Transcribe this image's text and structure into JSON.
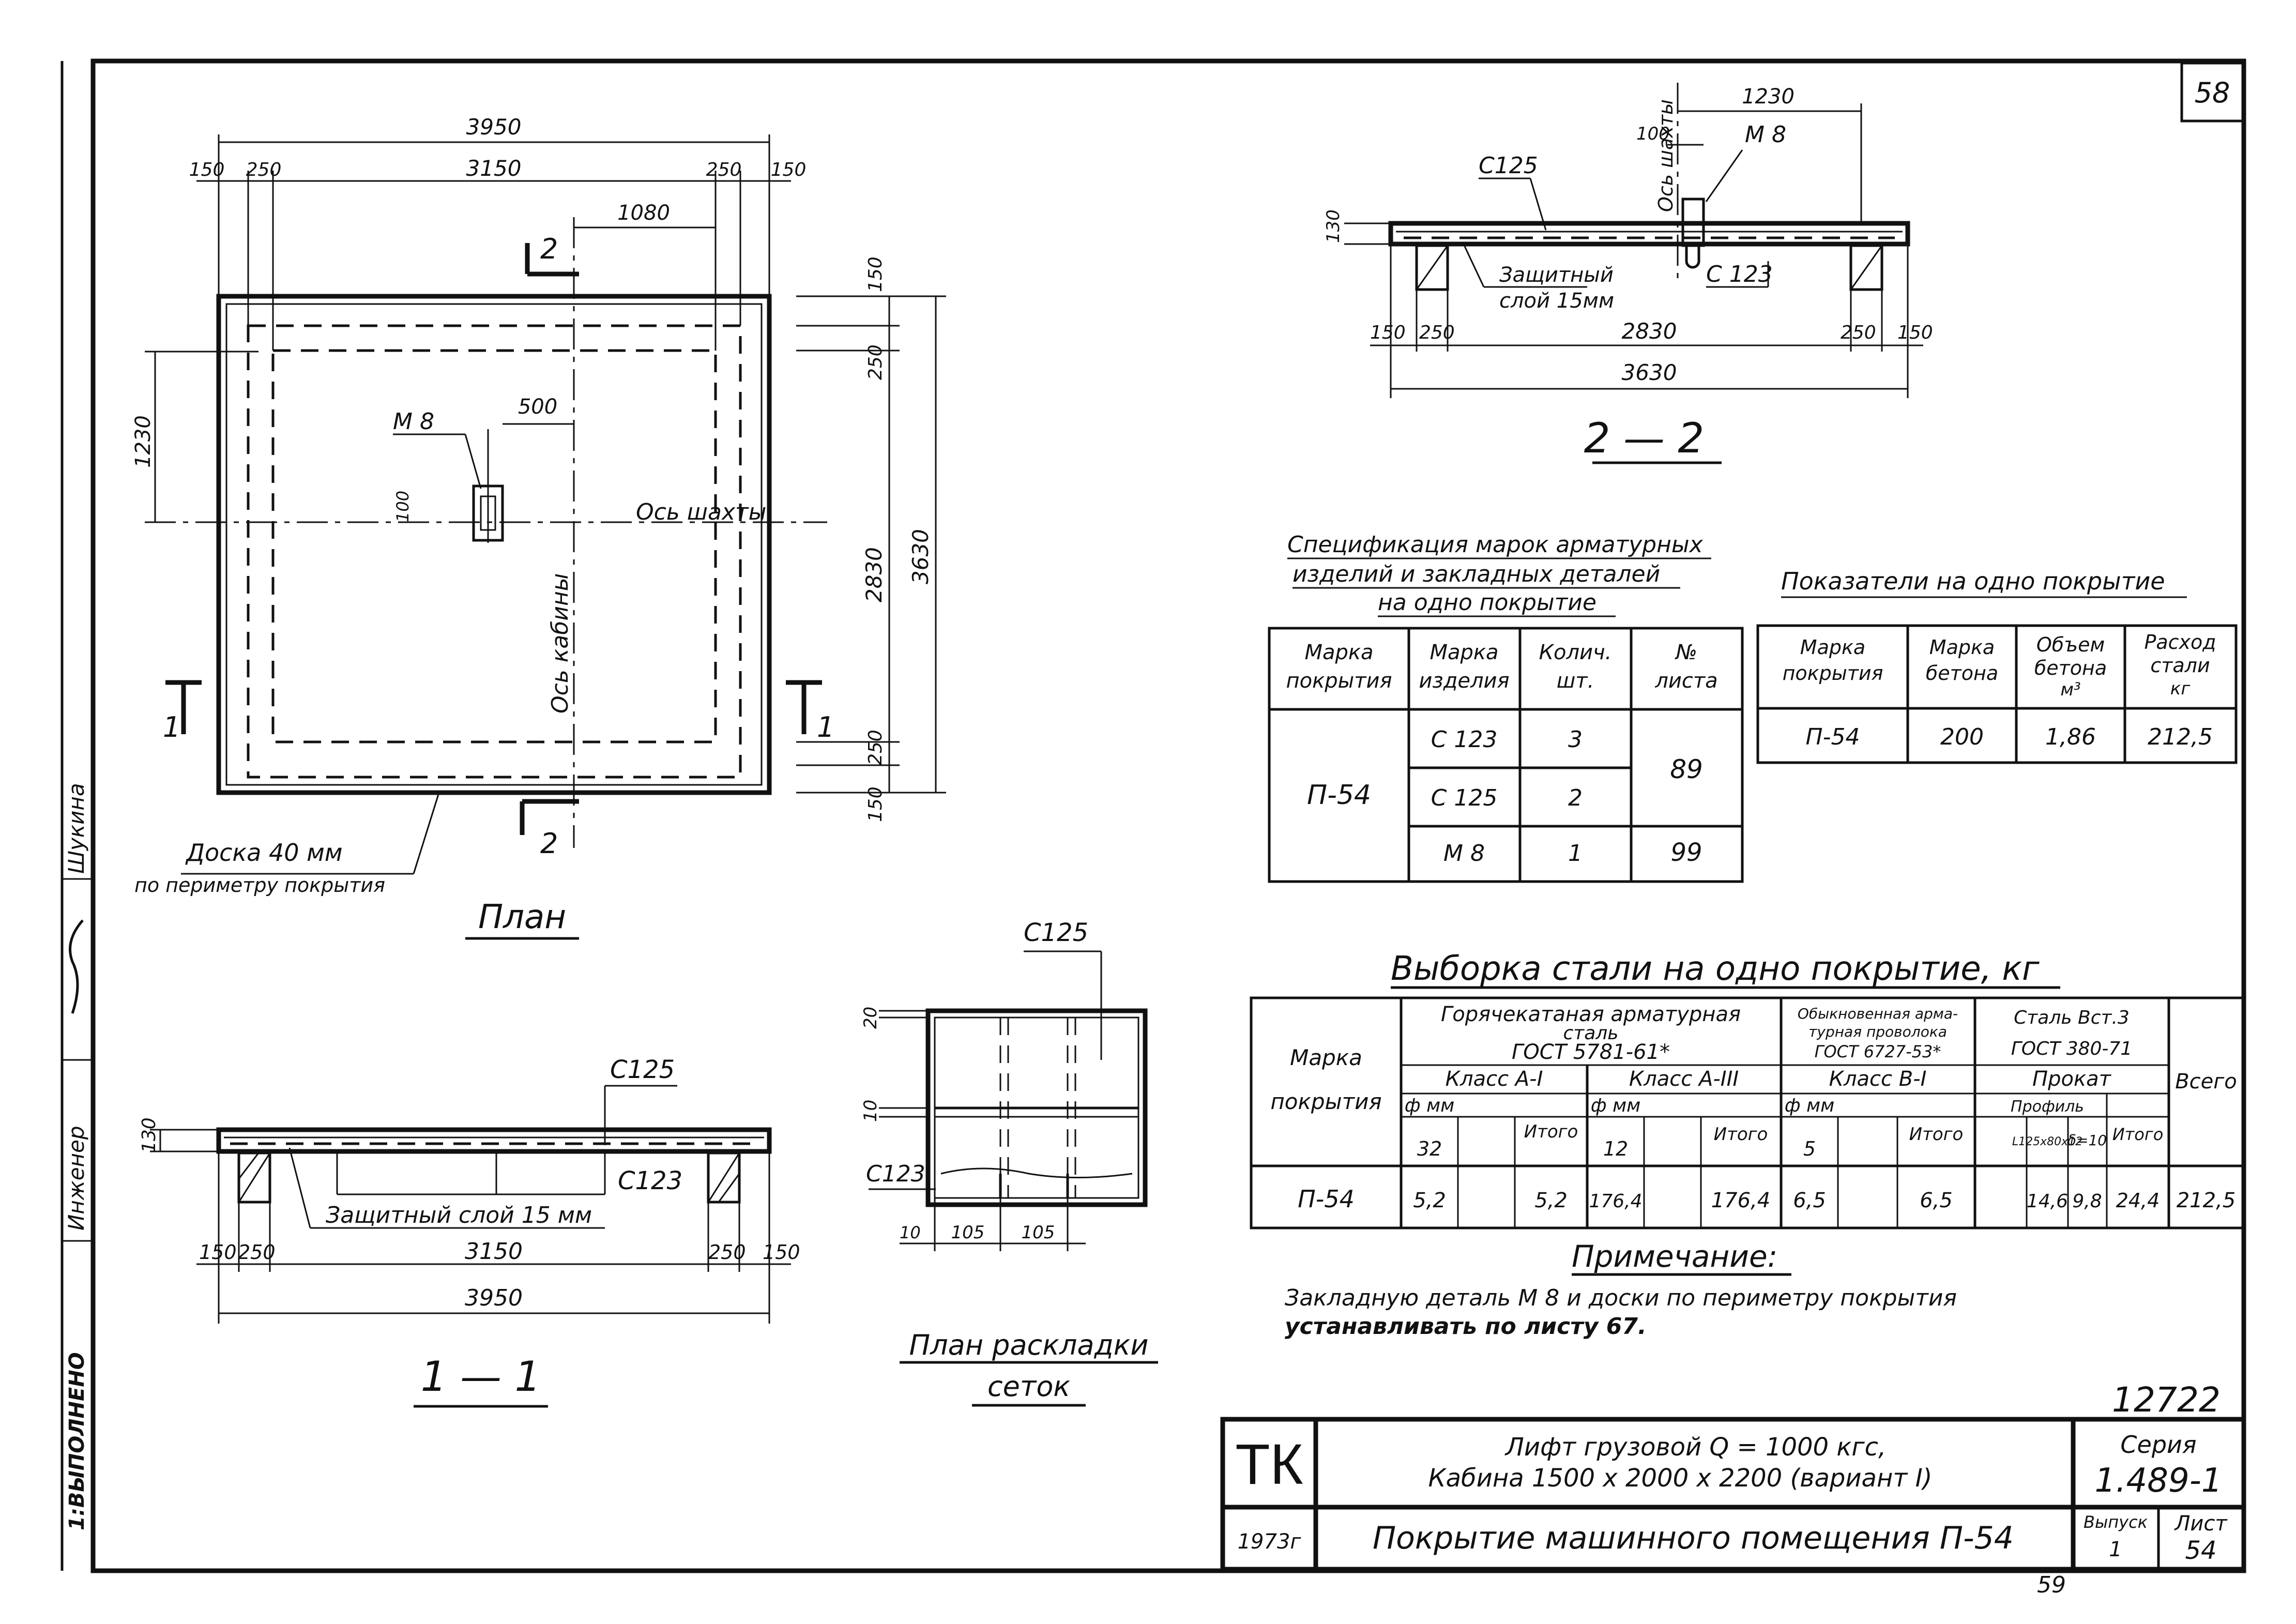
{
  "sheet": {
    "page_number": "58",
    "archive_number": "12722",
    "bottom_mark": "59"
  },
  "side_stamp": {
    "role1": "Инженер",
    "name1": "Шукина",
    "stamp": "1:ВЫПОЛНЕНО"
  },
  "plan": {
    "title": "План",
    "dim_total_w": "3950",
    "dim_left_edge": "150",
    "dim_left_inner": "250",
    "dim_middle": "3150",
    "dim_right_inner": "250",
    "dim_right_edge": "150",
    "dim_1080": "1080",
    "dim_500": "500",
    "dim_1230": "1230",
    "dim_100": "100",
    "dim_r150_top": "150",
    "dim_r250_top": "250",
    "dim_2830": "2830",
    "dim_3630": "3630",
    "dim_r250_bot": "250",
    "dim_r150_bot": "150",
    "label_m8": "М 8",
    "label_shaft_axis": "Ось шахты",
    "label_cabin_axis": "Ось кабины",
    "section_2_top": "2",
    "section_2_bot": "2",
    "section_1_left": "1",
    "section_1_right": "1",
    "board_label_1": "Доска 40 мм",
    "board_label_2": "по периметру покрытия"
  },
  "section_22": {
    "title": "2 — 2",
    "dim_1230": "1230",
    "dim_100": "100",
    "label_m8": "М 8",
    "label_c125": "С125",
    "label_c123": "С 123",
    "label_shaft_axis": "Ось шахты",
    "dim_130": "130",
    "cover_1": "Защитный",
    "cover_2": "слой 15мм",
    "dim_150_l": "150",
    "dim_250_l": "250",
    "dim_2830": "2830",
    "dim_250_r": "250",
    "dim_150_r": "150",
    "dim_3630": "3630"
  },
  "section_11": {
    "title": "1 — 1",
    "label_c125": "С125",
    "label_c123": "С123",
    "dim_130": "130",
    "cover": "Защитный слой 15 мм",
    "dim_150_l": "150",
    "dim_250_l": "250",
    "dim_3150": "3150",
    "dim_250_r": "250",
    "dim_150_r": "150",
    "dim_3950": "3950"
  },
  "mesh_plan": {
    "title_1": "План раскладки",
    "title_2": "сеток",
    "label_c125": "С125",
    "label_c123": "С123",
    "dim_20": "20",
    "dim_10_v": "10",
    "dim_10": "10",
    "dim_105_a": "105",
    "dim_105_b": "105"
  },
  "spec_table": {
    "title_1": "Спецификация марок арматурных",
    "title_2": "изделий и закладных деталей",
    "title_3": "на одно покрытие",
    "headers": [
      "Марка покрытия",
      "Марка изделия",
      "Колич. шт.",
      "№ листа"
    ],
    "mark": "П-54",
    "rows": [
      {
        "item": "С 123",
        "qty": "3"
      },
      {
        "item": "С 125",
        "qty": "2"
      },
      {
        "item": "М 8",
        "qty": "1"
      }
    ],
    "sheet_89": "89",
    "sheet_99": "99"
  },
  "indicators_table": {
    "title": "Показатели на одно покрытие",
    "headers": [
      "Марка покрытия",
      "Марка бетона",
      "Объем бетона м³",
      "Расход стали кг"
    ],
    "row": [
      "П-54",
      "200",
      "1,86",
      "212,5"
    ]
  },
  "steel_table": {
    "title": "Выборка стали на одно покрытие, кг",
    "h_mark": "Марка покрытия",
    "h_hot": "Горячекатаная арматурная сталь ГОСТ 5781-61*",
    "h_wire": "Обыкновенная арматурная проволока ГОСТ 6727-53*",
    "h_steel": "Сталь Вст.3 ГОСТ 380-71",
    "h_total": "Всего",
    "h_class_a1": "Класс А-I",
    "h_class_a3": "Класс А-III",
    "h_class_b1": "Класс В-I",
    "h_prokat": "Прокат",
    "h_phi": "ф мм",
    "h_profile": "Профиль",
    "h_itogo": "Итого",
    "h_d32": "32",
    "h_d12": "12",
    "h_d5": "5",
    "h_l125": "L125x80x12",
    "h_delta": "δ=10",
    "row": {
      "mark": "П-54",
      "a1_32": "5,2",
      "a1_total": "5,2",
      "a3_12": "176,4",
      "a3_total": "176,4",
      "b1_5": "6,5",
      "b1_total": "6,5",
      "l125": "14,6",
      "delta": "9,8",
      "prokat_total": "24,4",
      "total": "212,5"
    }
  },
  "note": {
    "title": "Примечание:",
    "line1": "Закладную деталь М 8 и доски по периметру покрытия",
    "line2": "устанавливать по листу 67."
  },
  "title_block": {
    "org": "ТК",
    "year": "1973г",
    "desc_1": "Лифт грузовой Q = 1000 кгс,",
    "desc_2": "Кабина 1500 x 2000 x 2200 (вариант I)",
    "drawing_title": "Покрытие машинного помещения П-54",
    "series_label": "Серия",
    "series_value": "1.489-1",
    "issue_label": "Выпуск",
    "issue_value": "1",
    "sheet_label": "Лист",
    "sheet_value": "54"
  }
}
